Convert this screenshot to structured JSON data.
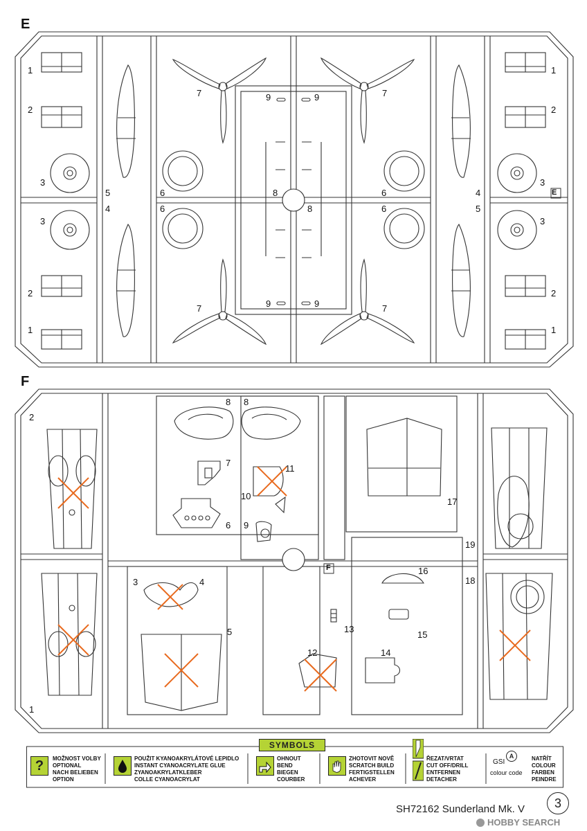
{
  "sprue_e": {
    "letter": "E",
    "corner_tag": "E",
    "labels": [
      "1",
      "1",
      "2",
      "2",
      "3",
      "3",
      "4",
      "5",
      "6",
      "6",
      "7",
      "7",
      "8",
      "8",
      "9",
      "9",
      "3",
      "3",
      "2",
      "2",
      "1",
      "1",
      "4",
      "5",
      "6",
      "6",
      "7",
      "7",
      "9",
      "9"
    ]
  },
  "sprue_f": {
    "letter": "F",
    "corner_tag": "F",
    "labels": [
      "2",
      "1",
      "8",
      "8",
      "7",
      "6",
      "11",
      "10",
      "9",
      "3",
      "4",
      "5",
      "12",
      "13",
      "14",
      "15",
      "16",
      "17",
      "18",
      "19"
    ]
  },
  "symbols": {
    "title": "SYMBOLS",
    "optional": "MOŽNOST VOLBY\nOPTIONAL\nNACH BELIEBEN\nOPTION",
    "glue": "POUŽIT KYANOAKRYLÁTOVÉ LEPIDLO\nINSTANT CYANOACRYLATE GLUE\nZYANOAKRYLATKLEBER\nCOLLE CYANOACRYLAT",
    "bend": "OHNOUT\nBEND\nBIEGEN\nCOURBER",
    "scratch": "ZHOTOVIT NOVĚ\nSCRATCH BUILD\nFERTIGSTELLEN\nACHEVER",
    "cut": "ŘEZAT/VRTAT\nCUT OFF/DRILL\nENTFERNEN\nDETACHER",
    "gsi": "GSI",
    "gsi_letter": "A",
    "colour_code": "colour code",
    "paint": "NATŘÍT\nCOLOUR\nFARBEN\nPEINDRE",
    "icon_optional": "?",
    "accent": "#b5d335"
  },
  "footer": {
    "title": "SH72162 Sunderland Mk. V",
    "page": "3"
  },
  "watermark": "HOBBY SEARCH"
}
